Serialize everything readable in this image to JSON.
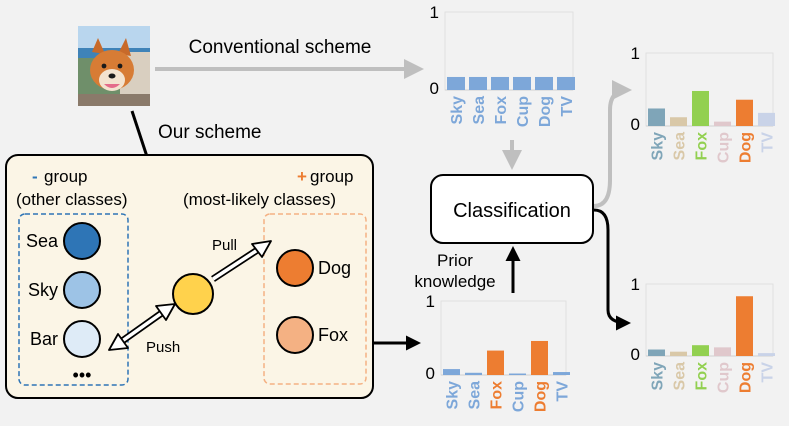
{
  "labels": {
    "conventional": "Conventional scheme",
    "our_scheme": "Our scheme",
    "classification": "Classification",
    "prior_line1": "Prior",
    "prior_line2": "knowledge",
    "minus_sign": "-",
    "minus_group": "group",
    "minus_group_sub": "(other classes)",
    "plus_sign": "+",
    "plus_group": "group",
    "plus_group_sub": "(most-likely classes)",
    "pull": "Pull",
    "push": "Push",
    "ellipsis": "•••"
  },
  "nodes": {
    "minus": [
      {
        "label": "Sea",
        "color": "#2e75b6"
      },
      {
        "label": "Sky",
        "color": "#9dc3e6"
      },
      {
        "label": "Bar",
        "color": "#deebf7"
      }
    ],
    "plus": [
      {
        "label": "Dog",
        "color": "#ed7d31"
      },
      {
        "label": "Fox",
        "color": "#f4b183"
      }
    ],
    "center_color": "#ffd24c"
  },
  "colors": {
    "minus_accent": "#2e75b6",
    "plus_accent": "#ed7d31",
    "box_fill": "#fbf5e6",
    "arrow_gray": "#bfbfbf"
  },
  "chart_data": [
    {
      "id": "conventional",
      "type": "bar",
      "categories": [
        "Sky",
        "Sea",
        "Fox",
        "Cup",
        "Dog",
        "TV"
      ],
      "values": [
        0.167,
        0.167,
        0.167,
        0.167,
        0.167,
        0.167
      ],
      "ylim": [
        0,
        1
      ],
      "yticks": [
        "0",
        "1"
      ],
      "bar_colors": [
        "#7da7d9",
        "#7da7d9",
        "#7da7d9",
        "#7da7d9",
        "#7da7d9",
        "#7da7d9"
      ],
      "label_colors": [
        "#7da7d9",
        "#7da7d9",
        "#7da7d9",
        "#7da7d9",
        "#7da7d9",
        "#7da7d9"
      ]
    },
    {
      "id": "prior",
      "type": "bar",
      "categories": [
        "Sky",
        "Sea",
        "Fox",
        "Cup",
        "Dog",
        "TV"
      ],
      "values": [
        0.08,
        0.03,
        0.33,
        0.02,
        0.46,
        0.04
      ],
      "ylim": [
        0,
        1
      ],
      "yticks": [
        "0",
        "1"
      ],
      "bar_colors": [
        "#7da7d9",
        "#7da7d9",
        "#ed7d31",
        "#7da7d9",
        "#ed7d31",
        "#7da7d9"
      ],
      "label_colors": [
        "#7da7d9",
        "#7da7d9",
        "#ed7d31",
        "#7da7d9",
        "#ed7d31",
        "#7da7d9"
      ]
    },
    {
      "id": "output-conventional",
      "type": "bar",
      "categories": [
        "Sky",
        "Sea",
        "Fox",
        "Cup",
        "Dog",
        "TV"
      ],
      "values": [
        0.24,
        0.12,
        0.48,
        0.06,
        0.36,
        0.18
      ],
      "ylim": [
        0,
        1
      ],
      "yticks": [
        "0",
        "1"
      ],
      "bar_colors": [
        "#7fa5b8",
        "#d9c8a8",
        "#92d050",
        "#e0c8cc",
        "#ed7d31",
        "#c9d3e8"
      ],
      "label_colors": [
        "#7fa5b8",
        "#d9c8a8",
        "#92d050",
        "#e0c8cc",
        "#ed7d31",
        "#c9d3e8"
      ]
    },
    {
      "id": "output-ours",
      "type": "bar",
      "categories": [
        "Sky",
        "Sea",
        "Fox",
        "Cup",
        "Dog",
        "TV"
      ],
      "values": [
        0.09,
        0.06,
        0.15,
        0.12,
        0.83,
        0.04
      ],
      "ylim": [
        0,
        1
      ],
      "yticks": [
        "0",
        "1"
      ],
      "bar_colors": [
        "#7fa5b8",
        "#d9c8a8",
        "#92d050",
        "#e0c8cc",
        "#ed7d31",
        "#c9d3e8"
      ],
      "label_colors": [
        "#7fa5b8",
        "#d9c8a8",
        "#92d050",
        "#e0c8cc",
        "#ed7d31",
        "#c9d3e8"
      ]
    }
  ]
}
